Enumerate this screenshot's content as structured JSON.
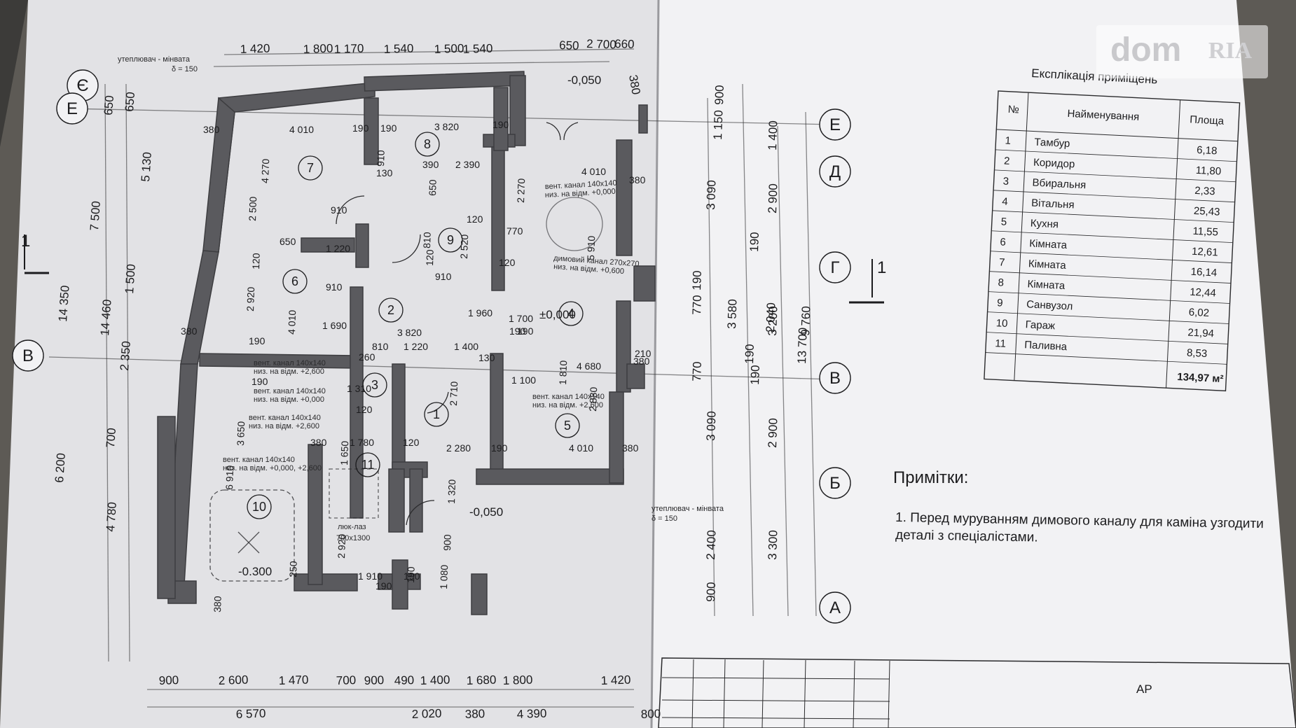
{
  "watermark": {
    "brand": "dom",
    "badge": "RIA"
  },
  "plan": {
    "insulation_top": "утеплювач - мінвата",
    "insulation_top_thickness": "δ = 150",
    "insulation_bottom": "утеплювач - мінвата",
    "insulation_bottom_thickness": "δ = 150",
    "top_dims": [
      "1 420",
      "1 800",
      "1 170",
      "1 540",
      "1 500",
      "1 540",
      "650",
      "2 700",
      "660"
    ],
    "bottom_dims": [
      "900",
      "2 600",
      "1 470",
      "700",
      "900",
      "490",
      "1 400",
      "1 680",
      "1 800",
      "1 420"
    ],
    "bottom_totals": [
      "6 570",
      "2 020",
      "380",
      "4 390",
      "800"
    ],
    "left_dims": [
      "650",
      "650",
      "5 130",
      "7 500",
      "1 500",
      "14 350",
      "14 460",
      "2 350",
      "700",
      "6 200",
      "4 780"
    ],
    "right_dims": [
      "900",
      "1 150",
      "1 400",
      "3 090",
      "2 900",
      "190",
      "190",
      "770",
      "3 580",
      "2 040",
      "9 760",
      "3 200",
      "13 700",
      "190",
      "770",
      "190",
      "3 090",
      "2 900",
      "2 400",
      "3 300",
      "900",
      "380"
    ],
    "levels": {
      "top": "-0,050",
      "living": "±0,000",
      "garage": "-0.300",
      "porch": "-0,050"
    },
    "rooms": [
      "1",
      "2",
      "3",
      "4",
      "5",
      "6",
      "7",
      "8",
      "9",
      "10",
      "11"
    ],
    "axes_left": [
      "Є",
      "Е",
      "В"
    ],
    "axes_right": [
      "Е",
      "Д",
      "Г",
      "В",
      "Б",
      "А"
    ],
    "section_mark": "1",
    "hatch": "люк-лаз",
    "hatch_size": "700x1300",
    "notes": [
      "вент. канал 140x140",
      "низ. на відм. +0,000",
      "вент. канал 140x140",
      "низ. на відм. +2,600",
      "вент. канал 140x140",
      "низ. на відм. +0,000",
      "вент. канал 140x140",
      "низ. на відм. +2,600",
      "вент. канал 140x140",
      "низ. на відм. +0,000, +2,600",
      "вент. канал 140x140",
      "низ. на відм. +2,600",
      "димовий канал 270x270",
      "низ. на відм. +0,600"
    ],
    "inner_dims": [
      "380",
      "4 010",
      "190",
      "190",
      "3 820",
      "190",
      "4 270",
      "910",
      "130",
      "390",
      "2 390",
      "650",
      "2 270",
      "4 010",
      "380",
      "2 500",
      "910",
      "120",
      "810",
      "2 520",
      "120",
      "770",
      "5 910",
      "120",
      "650",
      "1 220",
      "2 920",
      "910",
      "120",
      "910",
      "1 960",
      "1 700",
      "190",
      "4 010",
      "1 690",
      "380",
      "190",
      "3 820",
      "190",
      "4 680",
      "380",
      "810",
      "1 220",
      "1 400",
      "260",
      "130",
      "1 100",
      "1 810",
      "210",
      "190",
      "1 310",
      "120",
      "2 710",
      "2 880",
      "3 650",
      "380",
      "1 780",
      "120",
      "2 280",
      "190",
      "4 010",
      "380",
      "1 650",
      "6 910",
      "1 320",
      "900",
      "2 920",
      "1 910",
      "190",
      "250",
      "190",
      "1 080",
      "380",
      "190"
    ]
  },
  "table": {
    "title": "Експлікація приміщень",
    "headers": [
      "№",
      "Найменування",
      "Площа"
    ],
    "rows": [
      {
        "n": "1",
        "name": "Тамбур",
        "area": "6,18"
      },
      {
        "n": "2",
        "name": "Коридор",
        "area": "11,80"
      },
      {
        "n": "3",
        "name": "Вбиральня",
        "area": "2,33"
      },
      {
        "n": "4",
        "name": "Вітальня",
        "area": "25,43"
      },
      {
        "n": "5",
        "name": "Кухня",
        "area": "11,55"
      },
      {
        "n": "6",
        "name": "Кімната",
        "area": "12,61"
      },
      {
        "n": "7",
        "name": "Кімната",
        "area": "16,14"
      },
      {
        "n": "8",
        "name": "Кімната",
        "area": "12,44"
      },
      {
        "n": "9",
        "name": "Санвузол",
        "area": "6,02"
      },
      {
        "n": "10",
        "name": "Гараж",
        "area": "21,94"
      },
      {
        "n": "11",
        "name": "Паливна",
        "area": "8,53"
      }
    ],
    "total": "134,97 м²"
  },
  "notes": {
    "heading": "Примітки:",
    "line1": "1. Перед муруванням димового каналу для каміна узгодити",
    "line2": "деталі з спеціалістами."
  },
  "title_block": {
    "code": "АР"
  }
}
